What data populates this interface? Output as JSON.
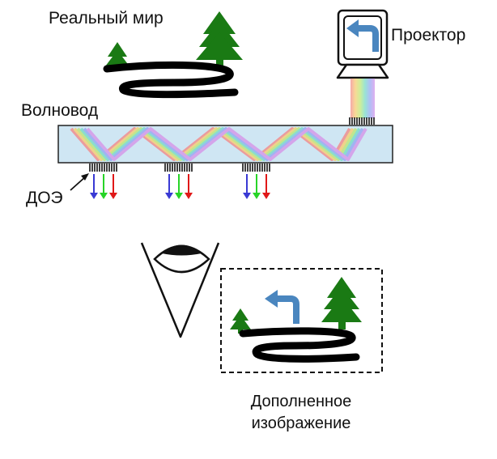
{
  "labels": {
    "real_world": "Реальный мир",
    "projector": "Проектор",
    "waveguide": "Волновод",
    "doe": "ДОЭ",
    "augmented_line1": "Дополненное",
    "augmented_line2": "изображение"
  },
  "colors": {
    "tree_green": "#1a7a14",
    "road_black": "#000000",
    "arrow_blue": "#4a86bf",
    "waveguide_fill": "#cfe6f3",
    "ray_blue": "#3a3ad4",
    "ray_green": "#28d428",
    "ray_red": "#e01818"
  }
}
